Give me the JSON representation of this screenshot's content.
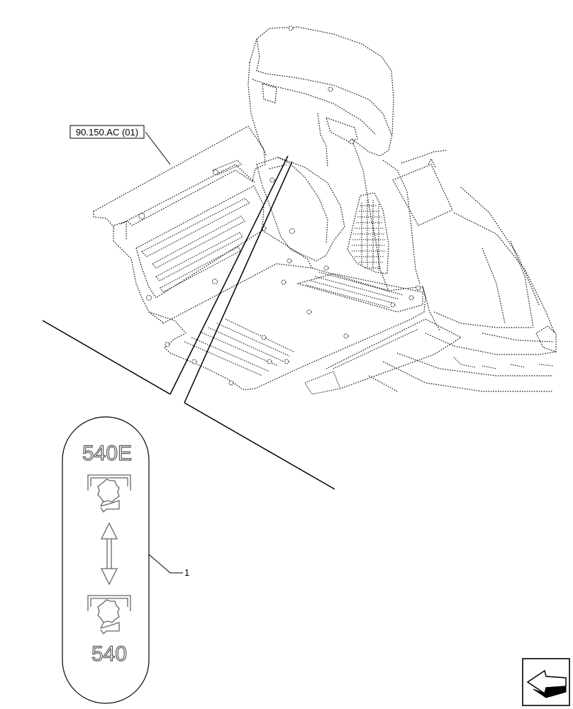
{
  "reference_label": "90.150.AC (01)",
  "callout_number": "1",
  "decal": {
    "top_text": "540E",
    "bottom_text": "540"
  },
  "icons": {
    "decal_top_symbol": "pto-shaft-symbol",
    "decal_arrow": "double-arrow-up-down",
    "decal_bottom_symbol": "pto-shaft-symbol",
    "navigation": "previous-page-arrow-icon"
  }
}
